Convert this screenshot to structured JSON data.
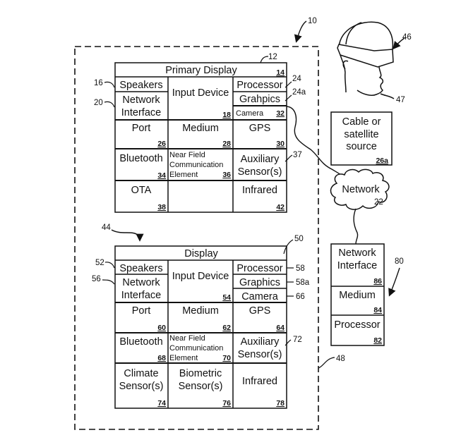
{
  "figure": {
    "system_ref": "10",
    "hmd_ref": "46",
    "user_ref": "47",
    "lower_group_ref": "44",
    "outer_ref": "48"
  },
  "primary_device": {
    "ref": "12",
    "display": {
      "label": "Primary Display",
      "ref": "14"
    },
    "speakers": {
      "label": "Speakers",
      "ref": "16"
    },
    "network_interface": {
      "label_line1": "Network",
      "label_line2": "Interface",
      "ref": "20"
    },
    "input_device": {
      "label": "Input Device",
      "ref": "18"
    },
    "processor": {
      "label": "Processor",
      "ref": "24"
    },
    "graphics": {
      "label": "Grahpics",
      "ref": "24a"
    },
    "camera": {
      "label": "Camera",
      "ref": "32"
    },
    "port": {
      "label": "Port",
      "ref": "26"
    },
    "medium": {
      "label": "Medium",
      "ref": "28"
    },
    "gps": {
      "label": "GPS",
      "ref": "30"
    },
    "bluetooth": {
      "label": "Bluetooth",
      "ref": "34"
    },
    "nfc": {
      "line1": "Near Field",
      "line2": "Communication",
      "line3": "Element",
      "ref": "36"
    },
    "aux_sensor": {
      "line1": "Auxiliary",
      "line2": "Sensor(s)",
      "ref": "37"
    },
    "ota": {
      "label": "OTA",
      "ref": "38"
    },
    "infrared": {
      "label": "Infrared",
      "ref": "42"
    }
  },
  "secondary_device": {
    "ref": "50",
    "display": {
      "label": "Display"
    },
    "speakers": {
      "label": "Speakers",
      "ref": "52"
    },
    "network_interface": {
      "label_line1": "Network",
      "label_line2": "Interface",
      "ref": "56"
    },
    "input_device": {
      "label": "Input Device",
      "ref": "54"
    },
    "processor": {
      "label": "Processor",
      "ref": "58"
    },
    "graphics": {
      "label": "Graphics",
      "ref": "58a"
    },
    "camera": {
      "label": "Camera",
      "ref": "66"
    },
    "port": {
      "label": "Port",
      "ref": "60"
    },
    "medium": {
      "label": "Medium",
      "ref": "62"
    },
    "gps": {
      "label": "GPS",
      "ref": "64"
    },
    "bluetooth": {
      "label": "Bluetooth",
      "ref": "68"
    },
    "nfc": {
      "line1": "Near Field",
      "line2": "Communication",
      "line3": "Element",
      "ref": "70"
    },
    "aux_sensor": {
      "line1": "Auxiliary",
      "line2": "Sensor(s)",
      "ref": "72"
    },
    "climate": {
      "line1": "Climate",
      "line2": "Sensor(s)",
      "ref": "74"
    },
    "biometric": {
      "line1": "Biometric",
      "line2": "Sensor(s)",
      "ref": "76"
    },
    "infrared": {
      "label": "Infrared",
      "ref": "78"
    }
  },
  "cable_source": {
    "line1": "Cable or",
    "line2": "satellite",
    "line3": "source",
    "ref": "26a"
  },
  "network": {
    "label": "Network",
    "ref": "22"
  },
  "server": {
    "ref": "80",
    "network_interface": {
      "line1": "Network",
      "line2": "Interface",
      "ref": "86"
    },
    "medium": {
      "label": "Medium",
      "ref": "84"
    },
    "processor": {
      "label": "Processor",
      "ref": "82"
    }
  }
}
